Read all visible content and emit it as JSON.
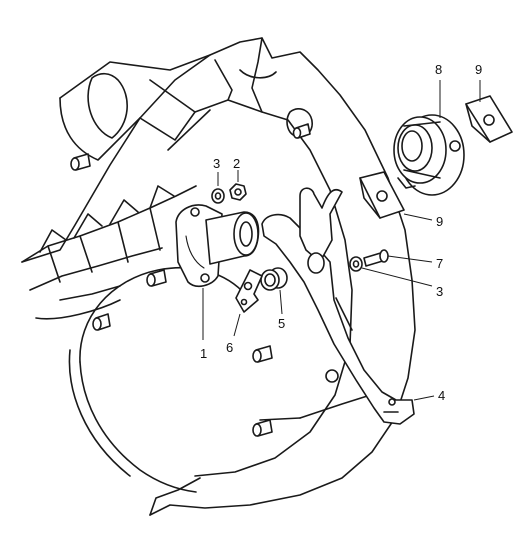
{
  "colors": {
    "highlight": "#22e63b",
    "highlight_dark": "#10b52a",
    "line": "#1a1a1a"
  },
  "callouts": [
    {
      "id": "c1",
      "label": "1"
    },
    {
      "id": "c2",
      "label": "2"
    },
    {
      "id": "c3a",
      "label": "3"
    },
    {
      "id": "c3b",
      "label": "3"
    },
    {
      "id": "c4",
      "label": "4"
    },
    {
      "id": "c5",
      "label": "5"
    },
    {
      "id": "c6",
      "label": "6"
    },
    {
      "id": "c7",
      "label": "7"
    },
    {
      "id": "c8",
      "label": "8"
    },
    {
      "id": "c9a",
      "label": "9"
    },
    {
      "id": "c9b",
      "label": "9"
    }
  ]
}
